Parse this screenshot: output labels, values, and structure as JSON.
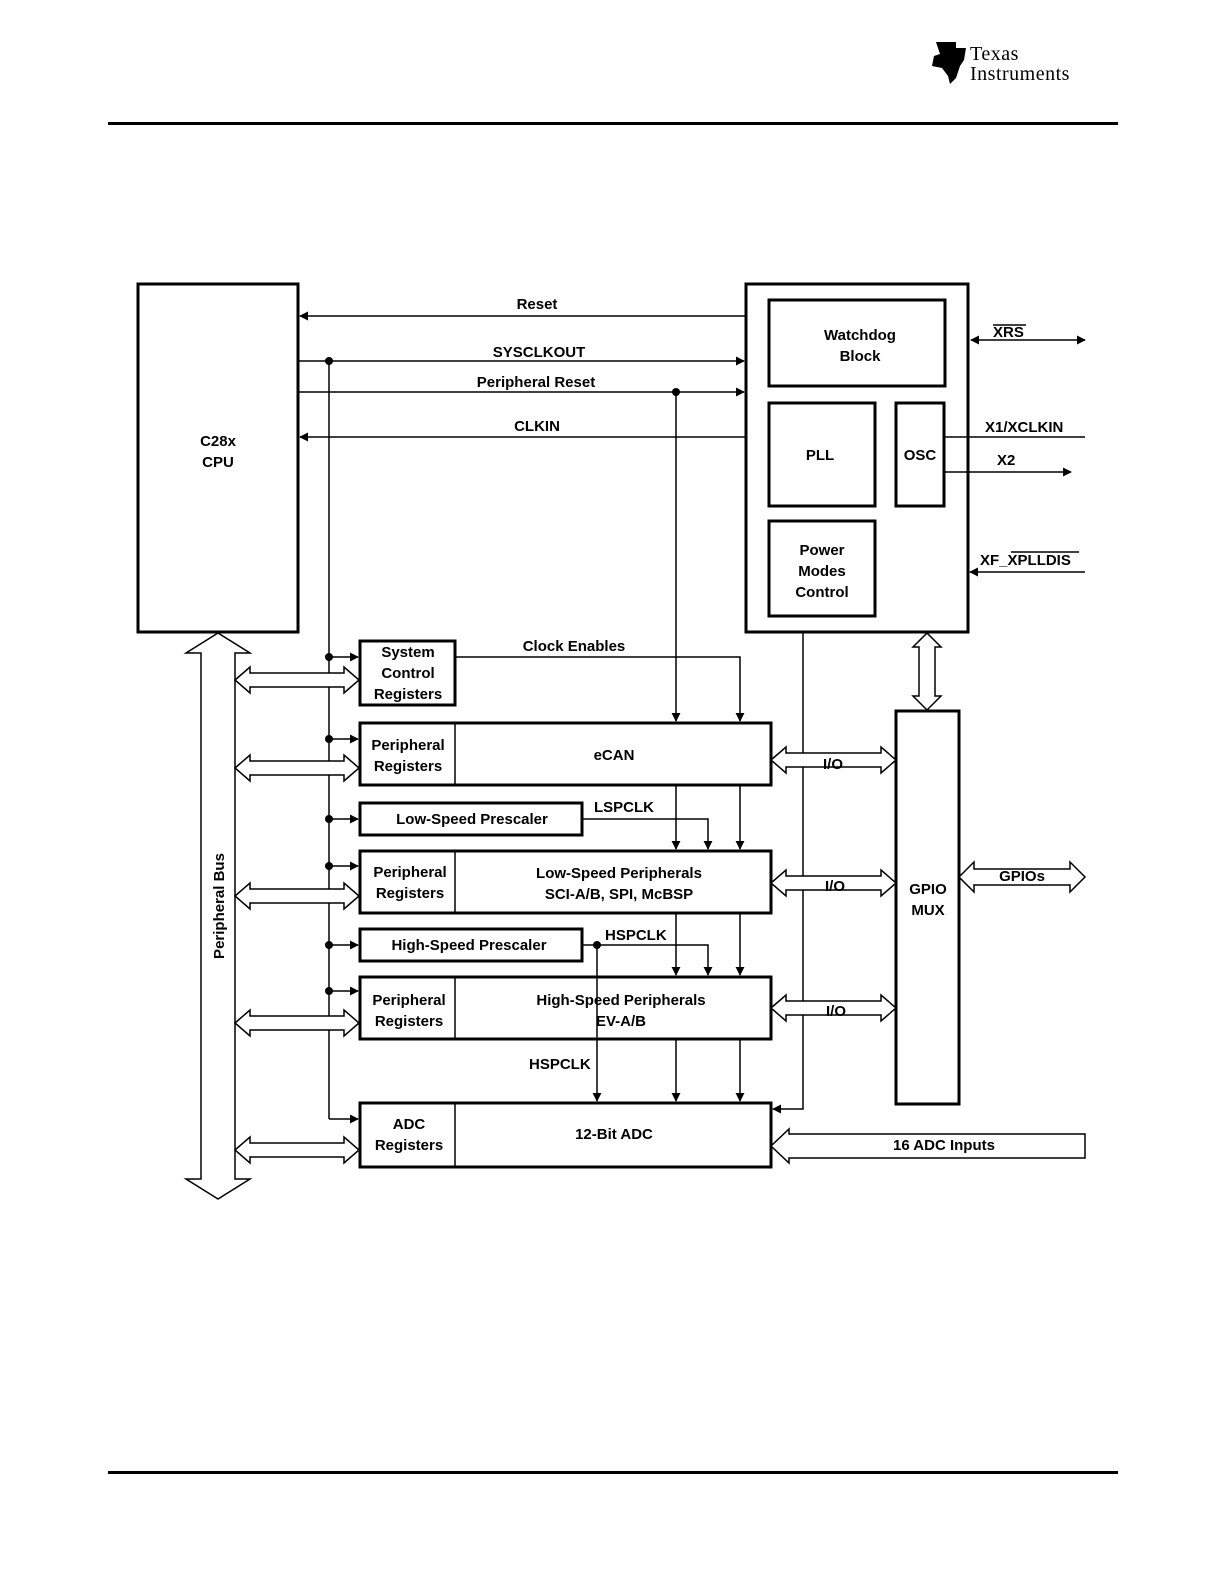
{
  "header": {
    "logo_line1": "Texas",
    "logo_line2": "Instruments"
  },
  "diagram": {
    "cpu": {
      "line1": "C28x",
      "line2": "CPU"
    },
    "watchdog": {
      "line1": "Watchdog",
      "line2": "Block"
    },
    "pll": "PLL",
    "osc": "OSC",
    "power_modes": {
      "line1": "Power",
      "line2": "Modes",
      "line3": "Control"
    },
    "signals": {
      "reset": "Reset",
      "sysclkout": "SYSCLKOUT",
      "peripheral_reset": "Peripheral Reset",
      "clkin": "CLKIN",
      "xrs": "XRS",
      "x1_xclkin": "X1/XCLKIN",
      "x2": "X2",
      "xf_prefix": "XF_",
      "xplldis": "XPLLDIS",
      "clock_enables": "Clock Enables",
      "lspclk": "LSPCLK",
      "hspclk_1": "HSPCLK",
      "hspclk_2": "HSPCLK",
      "io_1": "I/O",
      "io_2": "I/O",
      "io_3": "I/O",
      "gpios": "GPIOs",
      "adc_inputs": "16 ADC Inputs"
    },
    "system_control": {
      "line1": "System",
      "line2": "Control",
      "line3": "Registers"
    },
    "ecan": {
      "reg_line1": "Peripheral",
      "reg_line2": "Registers",
      "name": "eCAN"
    },
    "low_speed_prescaler": "Low-Speed Prescaler",
    "low_speed_periph": {
      "reg_line1": "Peripheral",
      "reg_line2": "Registers",
      "name_line1": "Low-Speed Peripherals",
      "name_line2": "SCI-A/B, SPI, McBSP"
    },
    "high_speed_prescaler": "High-Speed Prescaler",
    "high_speed_periph": {
      "reg_line1": "Peripheral",
      "reg_line2": "Registers",
      "name_line1": "High-Speed Peripherals",
      "name_line2": "EV-A/B"
    },
    "adc": {
      "reg_line1": "ADC",
      "reg_line2": "Registers",
      "name": "12-Bit ADC"
    },
    "gpio_mux": {
      "line1": "GPIO",
      "line2": "MUX"
    },
    "peripheral_bus": "Peripheral Bus"
  }
}
